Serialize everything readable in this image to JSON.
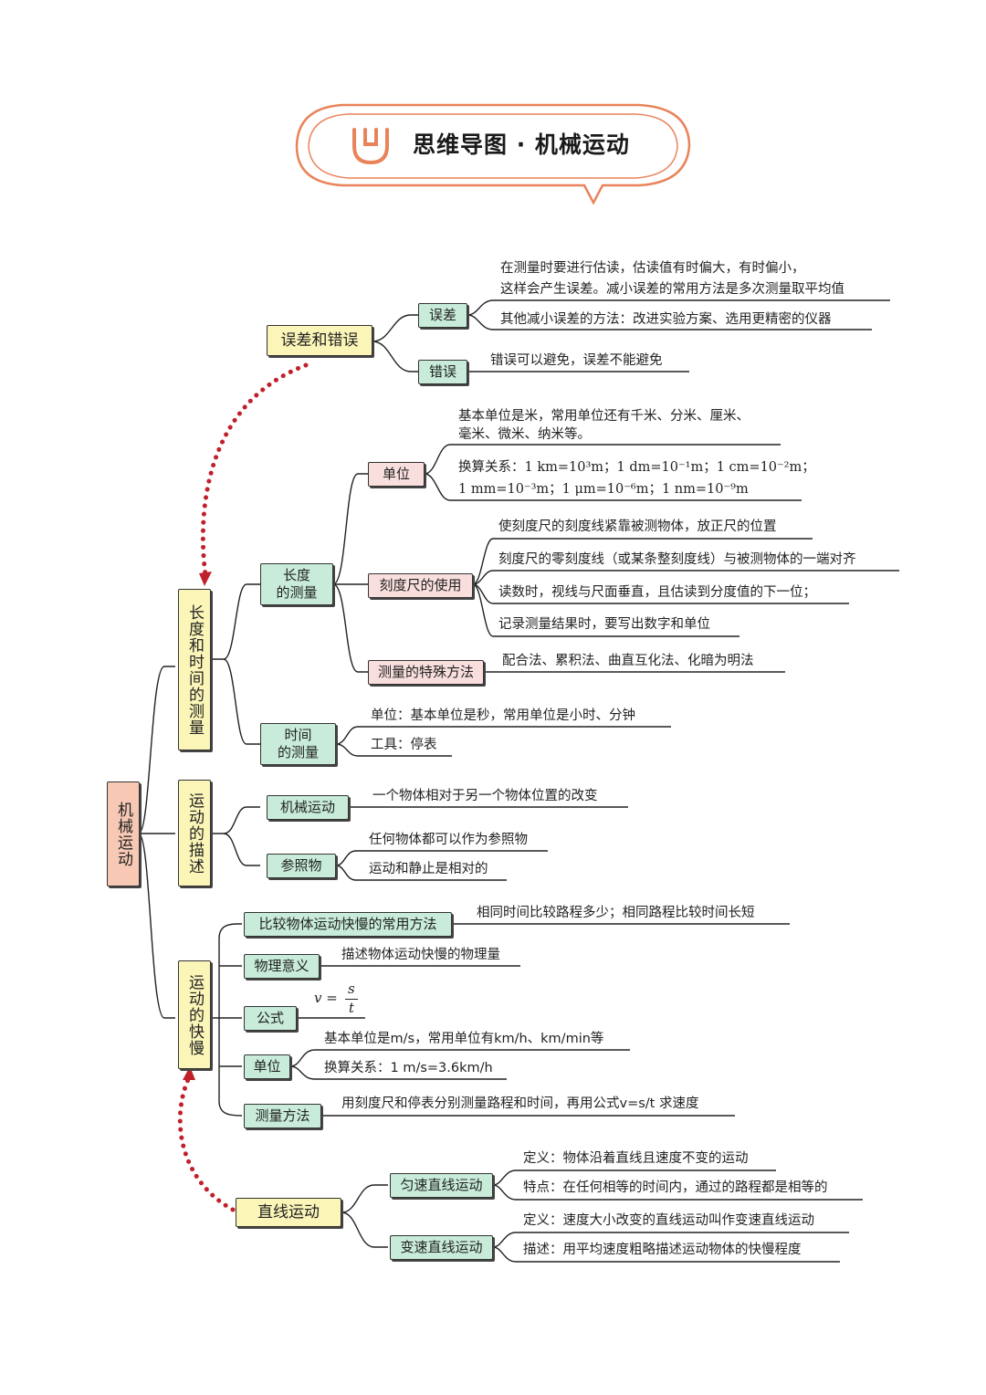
{
  "title": "思维导图 · 机械运动",
  "root": "机械运动",
  "branches": {
    "error": {
      "label": "误差和错误",
      "err_diff": {
        "label": "误差",
        "leaf1_l1": "在测量时要进行估读，估读值有时偏大，有时偏小，",
        "leaf1_l2": "这样会产生误差。减小误差的常用方法是多次测量取平均值",
        "leaf2": "其他减小误差的方法：改进实验方案、选用更精密的仪器"
      },
      "mistake": {
        "label": "错误",
        "leaf": "错误可以避免，误差不能避免"
      }
    },
    "measure": {
      "label": "长度和时间的测量",
      "length": {
        "label_l1": "长度",
        "label_l2": "的测量",
        "unit": {
          "label": "单位",
          "leaf1_l1": "基本单位是米，常用单位还有千米、分米、厘米、",
          "leaf1_l2": "毫米、微米、纳米等。",
          "leaf2_l1": "换算关系：1 km=10³m；1 dm=10⁻¹m；1 cm=10⁻²m；",
          "leaf2_l2": "1 mm=10⁻³m；1 μm=10⁻⁶m；1 nm=10⁻⁹m"
        },
        "ruler": {
          "label": "刻度尺的使用",
          "leaves": [
            "使刻度尺的刻度线紧靠被测物体，放正尺的位置",
            "刻度尺的零刻度线（或某条整刻度线）与被测物体的一端对齐",
            "读数时，视线与尺面垂直，且估读到分度值的下一位；",
            "记录测量结果时，要写出数字和单位"
          ]
        },
        "special": {
          "label": "测量的特殊方法",
          "leaf": "配合法、累积法、曲直互化法、化暗为明法"
        }
      },
      "time": {
        "label_l1": "时间",
        "label_l2": "的测量",
        "leaf1": "单位：基本单位是秒，常用单位是小时、分钟",
        "leaf2": "工具：停表"
      }
    },
    "describe": {
      "label": "运动的描述",
      "mech": {
        "label": "机械运动",
        "leaf": "一个物体相对于另一个物体位置的改变"
      },
      "ref": {
        "label": "参照物",
        "leaf1": "任何物体都可以作为参照物",
        "leaf2": "运动和静止是相对的"
      }
    },
    "speed": {
      "label": "运动的快慢",
      "compare": {
        "label": "比较物体运动快慢的常用方法",
        "leaf": "相同时间比较路程多少；相同路程比较时间长短"
      },
      "meaning": {
        "label": "物理意义",
        "leaf": "描述物体运动快慢的物理量"
      },
      "formula": {
        "label": "公式",
        "lhs": "v =",
        "num": "s",
        "den": "t"
      },
      "unit": {
        "label": "单位",
        "leaf1": "基本单位是m/s，常用单位有km/h、km/min等",
        "leaf2": "换算关系：1 m/s=3.6km/h"
      },
      "method": {
        "label": "测量方法",
        "leaf": "用刻度尺和停表分别测量路程和时间，再用公式v=s/t 求速度"
      }
    },
    "linear": {
      "label": "直线运动",
      "uniform": {
        "label": "匀速直线运动",
        "leaf1": "定义：物体沿着直线且速度不变的运动",
        "leaf2": "特点：在任何相等的时间内，通过的路程都是相等的"
      },
      "variable": {
        "label": "变速直线运动",
        "leaf1": "定义：速度大小改变的直线运动叫作变速直线运动",
        "leaf2": "描述：用平均速度粗略描述运动物体的快慢程度"
      }
    }
  },
  "colors": {
    "green": "#c8ecd9",
    "yellow": "#fbf5b8",
    "pink": "#f9dede",
    "salmon": "#f7c9b5",
    "banner": "#e9835a",
    "dotted": "#c0202a"
  }
}
